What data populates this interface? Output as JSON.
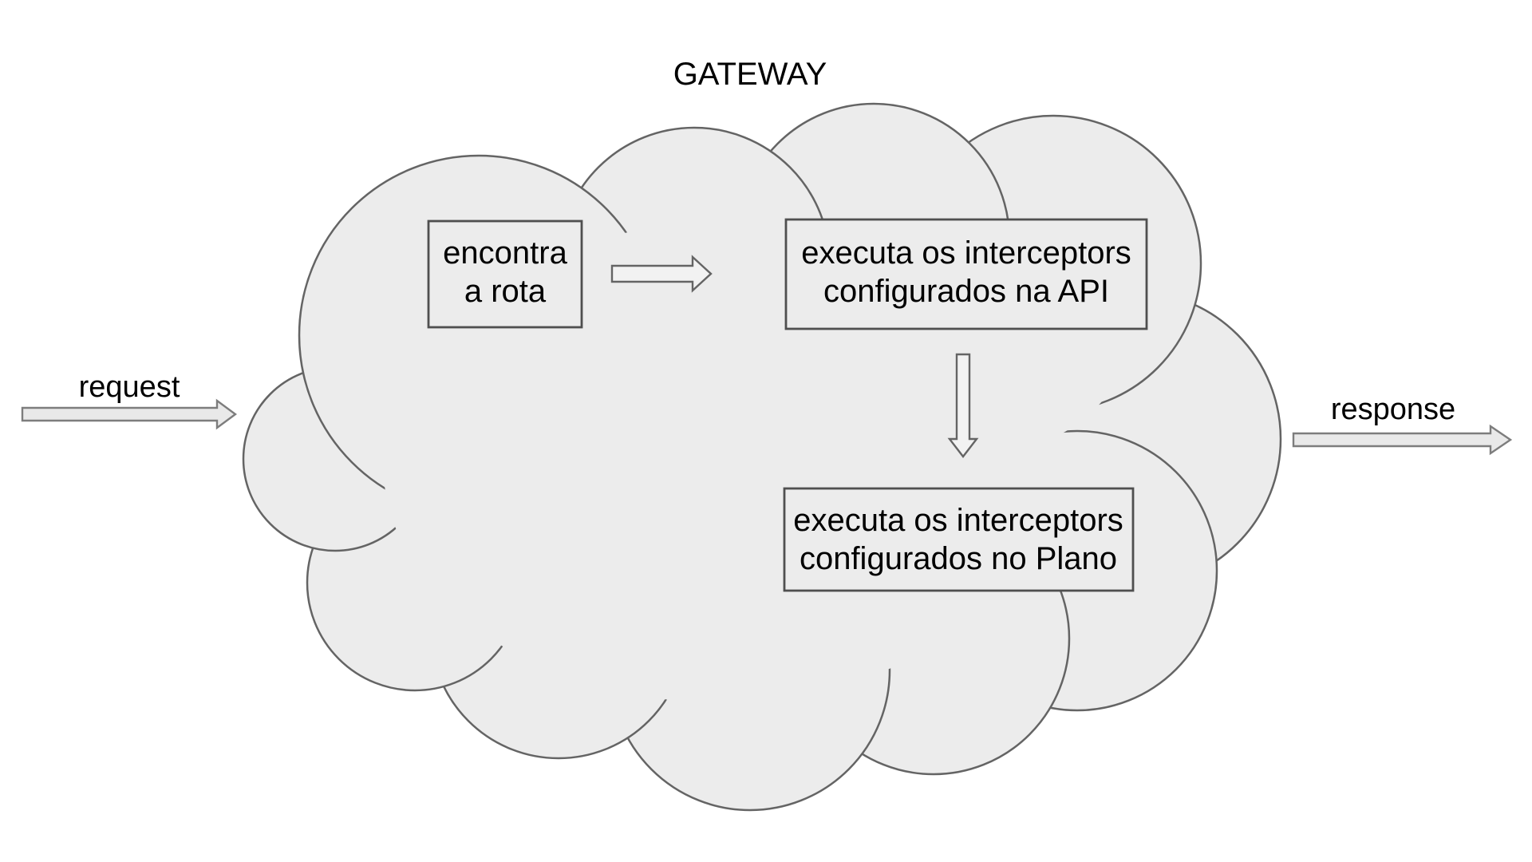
{
  "title": "GATEWAY",
  "flow": {
    "request_label": "request",
    "response_label": "response",
    "nodes": {
      "find_route": {
        "line1": "encontra",
        "line2": "a rota"
      },
      "api_interceptors": {
        "line1": "executa os interceptors",
        "line2": "configurados na API"
      },
      "plan_interceptors": {
        "line1": "executa os interceptors",
        "line2": "configurados no Plano"
      }
    },
    "edges": {
      "request_to_gateway": "request arrow into cloud",
      "find_route_to_api": "arrow from find-route box to API interceptors box",
      "api_to_plan": "arrow from API interceptors box down to Plano interceptors box",
      "gateway_to_response": "response arrow out of cloud"
    }
  },
  "colors": {
    "background": "#ffffff",
    "cloud_fill": "#ececec",
    "cloud_stroke": "#646464",
    "box_border": "#4f4f4f",
    "text": "#000000",
    "outline_arrow_fill": "#f2f2f2",
    "block_arrow_fill": "#e9e9e9",
    "block_arrow_stroke": "#7d7d7d"
  }
}
